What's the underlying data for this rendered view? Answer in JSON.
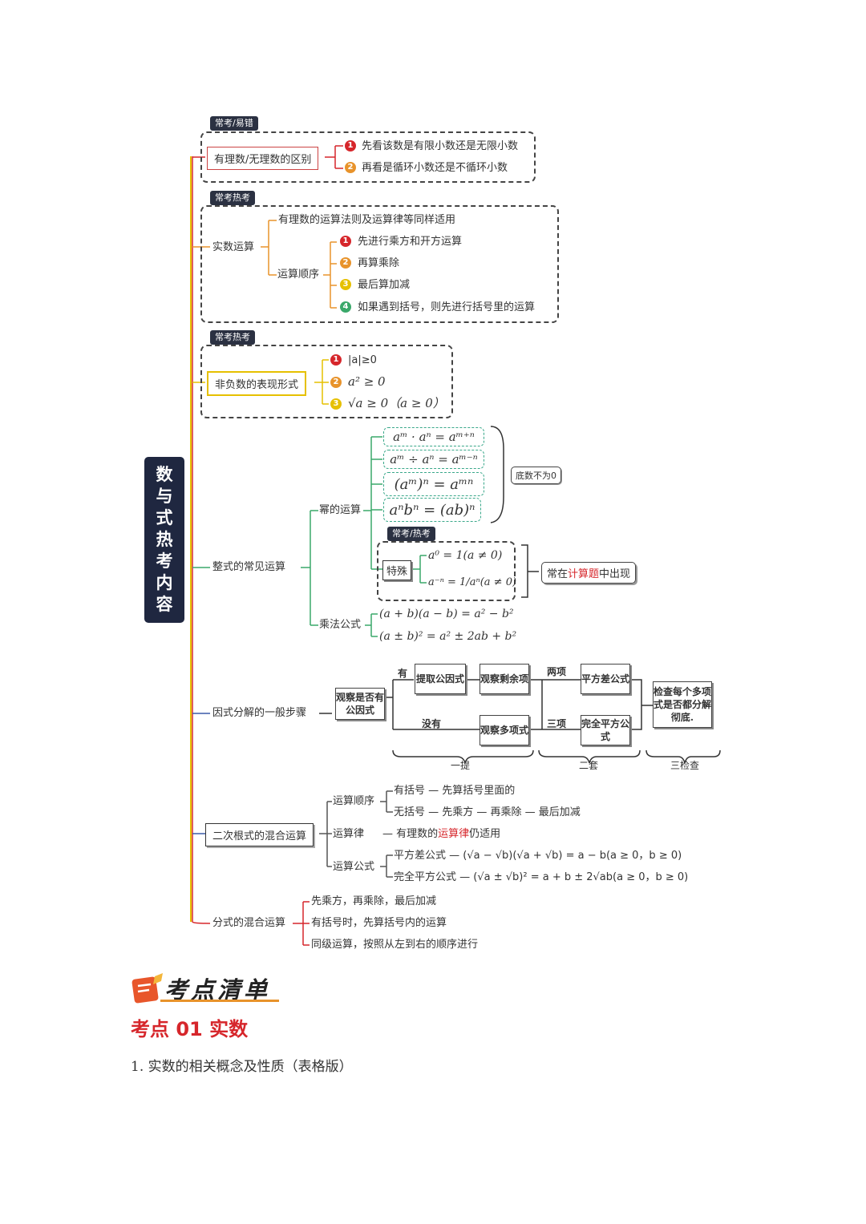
{
  "main_title": [
    "数",
    "与",
    "式",
    "热",
    "考",
    "内",
    "容"
  ],
  "section1": {
    "tag": "常考/易错",
    "node": "有理数/无理数的区别",
    "items": [
      "先看该数是有限小数还是无限小数",
      "再看是循环小数还是不循环小数"
    ]
  },
  "section2": {
    "tag": "常考热考",
    "node": "实数运算",
    "rule": "有理数的运算法则及运算律等同样适用",
    "order_label": "运算顺序",
    "items": [
      "先进行乘方和开方运算",
      "再算乘除",
      "最后算加减",
      "如果遇到括号，则先进行括号里的运算"
    ]
  },
  "section3": {
    "tag": "常考热考",
    "node": "非负数的表现形式",
    "items": [
      "|a|≥0",
      "a² ≥ 0",
      "√a ≥ 0（a ≥ 0）"
    ]
  },
  "section4": {
    "node": "整式的常见运算",
    "power_label": "幂的运算",
    "power_formulas": [
      "aᵐ · aⁿ = aᵐ⁺ⁿ",
      "aᵐ ÷ aⁿ = aᵐ⁻ⁿ",
      "(aᵐ)ⁿ = aᵐⁿ",
      "aⁿbⁿ = (ab)ⁿ"
    ],
    "base_note": "底数不为0",
    "tag": "常考/热考",
    "special_label": "特殊",
    "special_formulas": [
      "a⁰ = 1(a ≠ 0)",
      "a⁻ⁿ = 1/aⁿ(a ≠ 0)"
    ],
    "calc_note_pre": "常在",
    "calc_note_hl": "计算题",
    "calc_note_post": "中出现",
    "mult_label": "乘法公式",
    "mult_formulas": [
      "(a + b)(a − b) = a² − b²",
      "(a ± b)² = a² ± 2ab + b²"
    ]
  },
  "section5": {
    "node": "因式分解的一般步骤",
    "start": "观察是否有公因式",
    "yes": "有",
    "no": "没有",
    "extract": "提取公因式",
    "observe_rest": "观察剩余项",
    "observe_poly": "观察多项式",
    "two_terms": "两项",
    "three_terms": "三项",
    "diff_sq": "平方差公式",
    "perfect_sq": "完全平方公式",
    "check": "检查每个多项式是否都分解彻底.",
    "steps": [
      "一提",
      "二套",
      "三检查"
    ]
  },
  "section6": {
    "node": "二次根式的混合运算",
    "order_label": "运算顺序",
    "order_items": [
      "有括号 — 先算括号里面的",
      "无括号 — 先乘方 — 再乘除 — 最后加减"
    ],
    "law_label": "运算律",
    "law_pre": "有理数的",
    "law_hl": "运算律",
    "law_post": "仍适用",
    "formula_label": "运算公式",
    "formula_items": [
      "平方差公式 — (√a − √b)(√a + √b) = a − b(a ≥ 0，b ≥ 0)",
      "完全平方公式 — (√a ± √b)² = a + b ± 2√ab(a ≥ 0，b ≥ 0)"
    ]
  },
  "section7": {
    "node": "分式的混合运算",
    "items": [
      "先乘方，再乘除，最后加减",
      "有括号时，先算括号内的运算",
      "同级运算，按照从左到右的顺序进行"
    ]
  },
  "brand": "考点清单",
  "section_title": "考点 01 实数",
  "subtitle": "1. 实数的相关概念及性质（表格版）",
  "colors": {
    "red": "#d6262b",
    "orange": "#e8932b",
    "yellow": "#e6c000",
    "green": "#3aa86a",
    "navy": "#1f2740"
  }
}
